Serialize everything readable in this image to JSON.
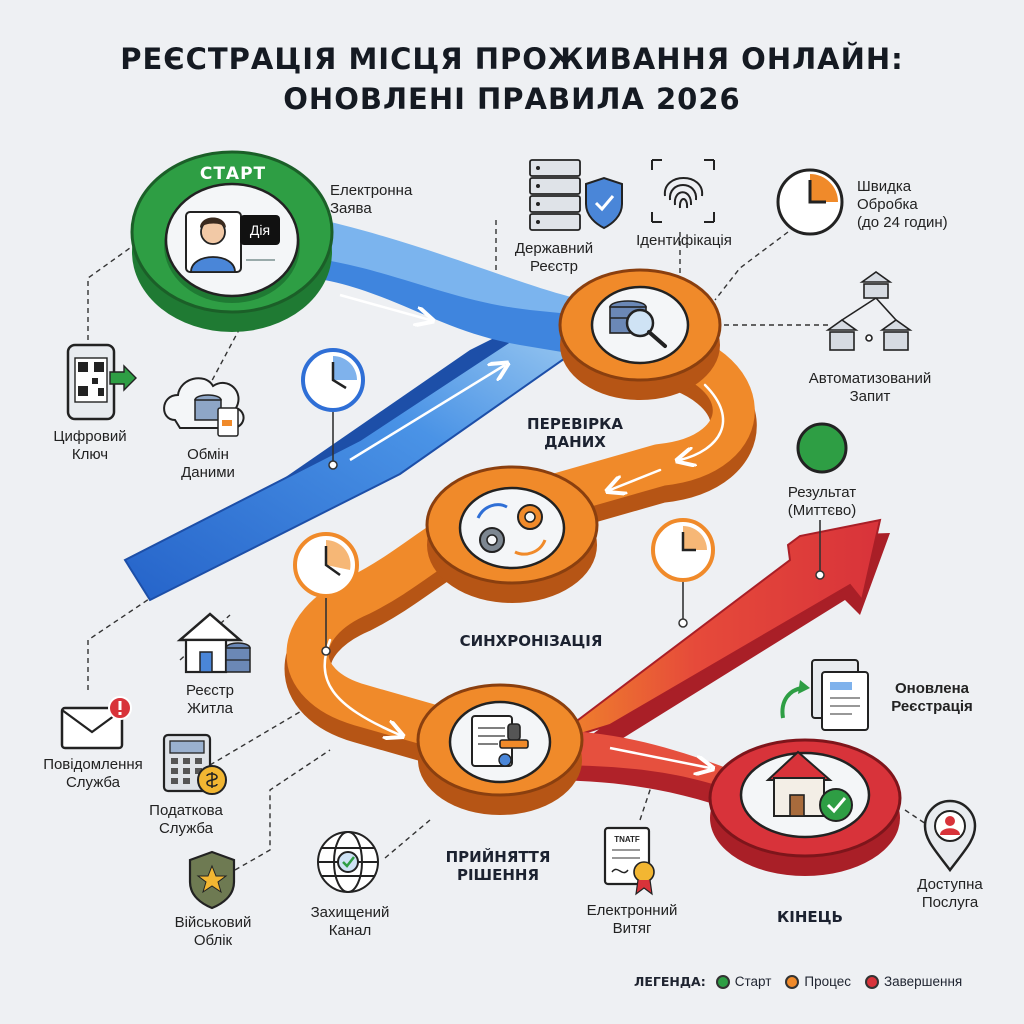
{
  "title": {
    "line1": "РЕЄСТРАЦІЯ МІСЦЯ ПРОЖИВАННЯ ОНЛАЙН:",
    "line2": "ОНОВЛЕНІ ПРАВИЛА 2026"
  },
  "start": {
    "badge": "СТАРТ",
    "app_label": "Дія",
    "label_line1": "Електронна",
    "label_line2": "Заява"
  },
  "stages": {
    "verify": {
      "line1": "ПЕРЕВІРКА",
      "line2": "ДАНИХ"
    },
    "sync": {
      "line1": "СИНХРОНІЗАЦІЯ"
    },
    "decision": {
      "line1": "ПРИЙНЯТТЯ",
      "line2": "РІШЕННЯ"
    },
    "end": {
      "line1": "КІНЕЦЬ"
    }
  },
  "nodes": {
    "state_registry": {
      "line1": "Державний",
      "line2": "Реєстр",
      "icon": "server-shield-icon"
    },
    "identification": {
      "line1": "Ідентифікація",
      "icon": "fingerprint-icon"
    },
    "fast_processing": {
      "line1": "Швидка",
      "line2": "Обробка",
      "line3": "(до 24 годин)",
      "icon": "clock-icon"
    },
    "auto_request": {
      "line1": "Автоматизований",
      "line2": "Запит",
      "icon": "institutions-icon"
    },
    "result": {
      "line1": "Результат",
      "line2": "(Миттєво)",
      "icon": "green-circle-icon"
    },
    "updated_registration": {
      "line1": "Оновлена",
      "line2": "Реєстрація",
      "icon": "documents-icon"
    },
    "available_service": {
      "line1": "Доступна",
      "line2": "Послуга",
      "icon": "location-pin-icon"
    },
    "digital_key": {
      "line1": "Цифровий",
      "line2": "Ключ",
      "icon": "phone-qr-icon"
    },
    "data_exchange": {
      "line1": "Обмін",
      "line2": "Даними",
      "icon": "cloud-database-icon"
    },
    "housing_registry": {
      "line1": "Реєстр",
      "line2": "Житла",
      "icon": "house-database-icon"
    },
    "notification_service": {
      "line1": "Повідомлення",
      "line2": "Служба",
      "icon": "envelope-alert-icon"
    },
    "tax_service": {
      "line1": "Податкова",
      "line2": "Служба",
      "icon": "calculator-coin-icon"
    },
    "military_registry": {
      "line1": "Військовий",
      "line2": "Облік",
      "icon": "shield-star-icon"
    },
    "secure_channel": {
      "line1": "Захищений",
      "line2": "Канал",
      "icon": "globe-check-icon"
    },
    "electronic_extract": {
      "line1": "Електронний",
      "line2": "Витяг",
      "icon": "certificate-icon",
      "doc_text": "TNATF"
    }
  },
  "legend": {
    "title": "ЛЕГЕНДА:",
    "items": [
      {
        "label": "Старт",
        "color": "#2e9e44"
      },
      {
        "label": "Процес",
        "color": "#f08a2a"
      },
      {
        "label": "Завершення",
        "color": "#d8333a"
      }
    ]
  },
  "colors": {
    "green": "#2e9e44",
    "blue": "#2f6fd6",
    "orange": "#f08a2a",
    "red": "#d8333a"
  }
}
